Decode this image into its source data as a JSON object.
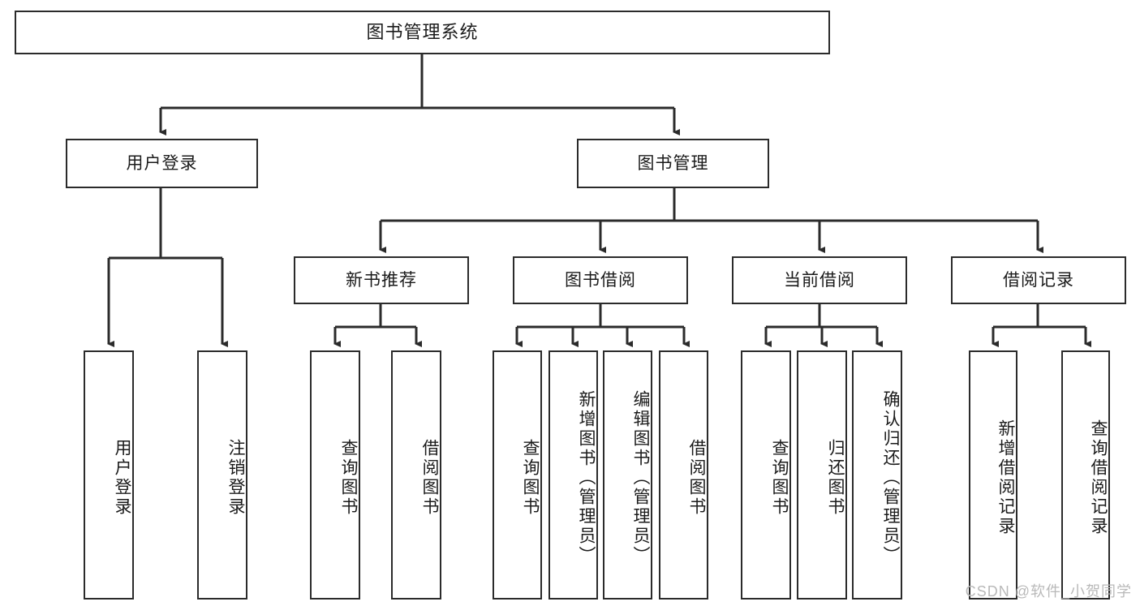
{
  "diagram": {
    "title": "图书管理系统",
    "type": "tree",
    "root": {
      "label": "图书管理系统"
    },
    "level2": [
      {
        "label": "用户登录"
      },
      {
        "label": "图书管理"
      }
    ],
    "level3": [
      {
        "label": "新书推荐"
      },
      {
        "label": "图书借阅"
      },
      {
        "label": "当前借阅"
      },
      {
        "label": "借阅记录"
      }
    ],
    "leaves": {
      "user_login": [
        {
          "label": "用户登录"
        },
        {
          "label": "注销登录"
        }
      ],
      "new_book_recommend": [
        {
          "label": "查询图书"
        },
        {
          "label": "借阅图书"
        }
      ],
      "book_borrow": [
        {
          "label": "查询图书"
        },
        {
          "label": "新增图书（管理员）"
        },
        {
          "label": "编辑图书（管理员）"
        },
        {
          "label": "借阅图书"
        }
      ],
      "current_borrow": [
        {
          "label": "查询图书"
        },
        {
          "label": "归还图书"
        },
        {
          "label": "确认归还（管理员）"
        }
      ],
      "borrow_record": [
        {
          "label": "新增借阅记录"
        },
        {
          "label": "查询借阅记录"
        }
      ]
    }
  },
  "watermark": {
    "text": "CSDN @软件_小贺同学"
  },
  "colors": {
    "stroke": "#2b2b2b",
    "fill": "#ffffff",
    "text": "#1b1b1b",
    "watermark": "#b9b9b9"
  }
}
